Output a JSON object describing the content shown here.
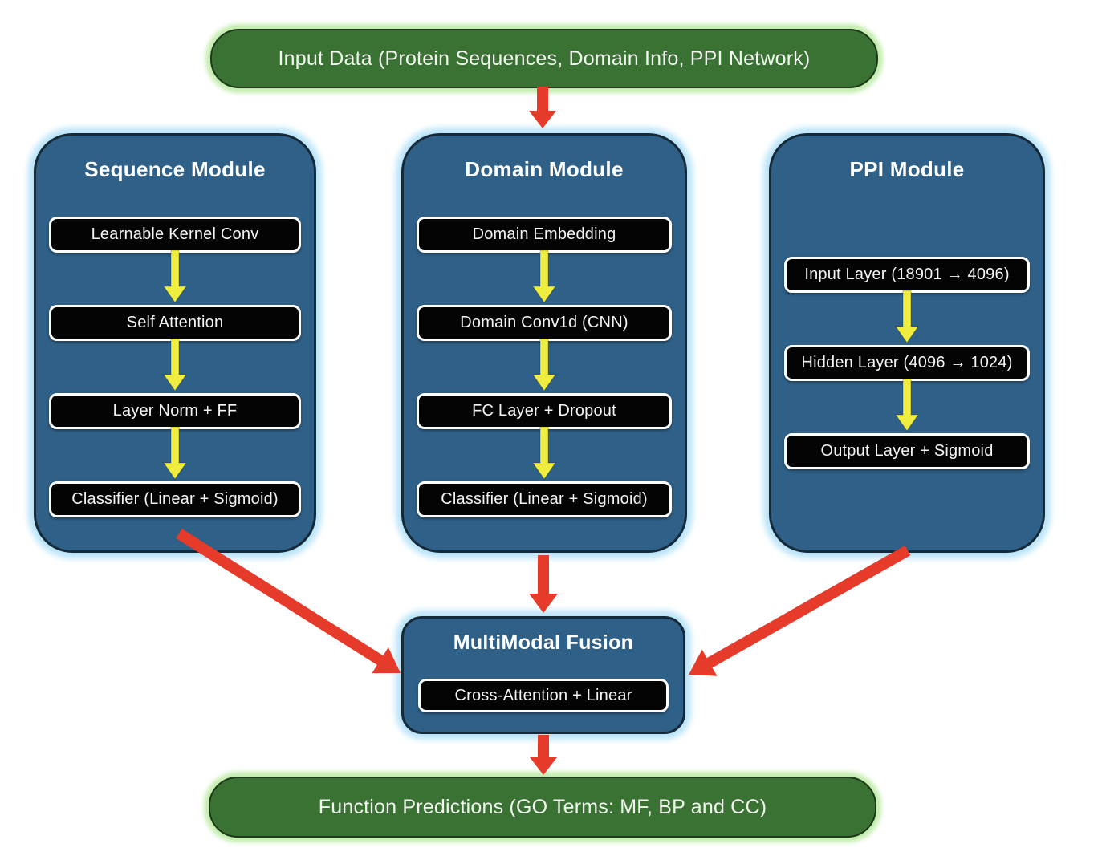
{
  "colors": {
    "green_fill": "#3a7233",
    "green_border": "#1d3a18",
    "green_glow": "#c3edae",
    "module_fill": "#2f6087",
    "module_border": "#152938",
    "module_glow": "#b9e4f9",
    "node_fill": "#040404",
    "node_border": "#ffffff",
    "red_arrow": "#e63a2a",
    "yellow_arrow": "#f0ed41",
    "text_light": "#f2f7ef"
  },
  "input_box": {
    "label": "Input Data (Protein Sequences, Domain Info, PPI Network)"
  },
  "modules": [
    {
      "title": "Sequence Module",
      "boxes": [
        "Learnable Kernel Conv",
        "Self Attention",
        "Layer Norm + FF",
        "Classifier (Linear + Sigmoid)"
      ]
    },
    {
      "title": "Domain Module",
      "boxes": [
        "Domain Embedding",
        "Domain Conv1d (CNN)",
        "FC Layer + Dropout",
        "Classifier (Linear + Sigmoid)"
      ]
    },
    {
      "title": "PPI Module",
      "boxes": [
        "Input Layer (18901 → 4096)",
        "Hidden Layer (4096 → 1024)",
        "Output Layer + Sigmoid"
      ]
    }
  ],
  "fusion": {
    "title": "MultiModal Fusion",
    "box": "Cross-Attention + Linear"
  },
  "output_box": {
    "label": "Function Predictions (GO Terms: MF, BP and CC)"
  }
}
